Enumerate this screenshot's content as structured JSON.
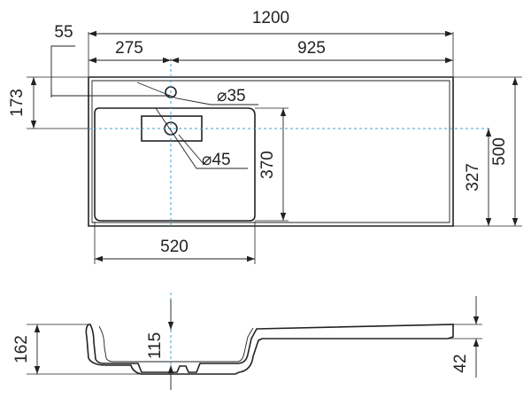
{
  "dimensions": {
    "overall_width": "1200",
    "overhang_left": "55",
    "basin_offset": "275",
    "shelf_width": "925",
    "center_from_top": "173",
    "tap_hole": "⌀35",
    "drain_hole": "⌀45",
    "basin_depth_plan": "370",
    "overall_depth_right": "327",
    "overall_depth": "500",
    "basin_width": "520",
    "side_height": "162",
    "basin_inner_height": "115",
    "shelf_thickness": "42"
  },
  "colors": {
    "line": "#222222",
    "centerline": "#3aa0d8",
    "background": "#ffffff"
  }
}
